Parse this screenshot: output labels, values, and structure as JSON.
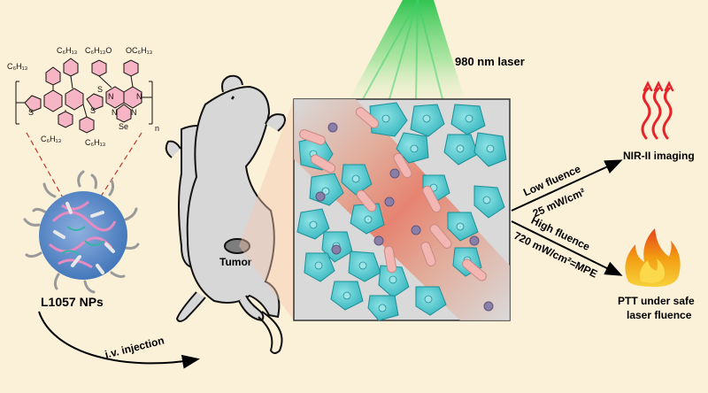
{
  "labels": {
    "laser": "980 nm laser",
    "tumor": "Tumor",
    "nanoparticle": "L1057 NPs",
    "injection": "i.v. injection",
    "low_fluence": "Low fluence",
    "low_value": "25 mW/cm²",
    "high_fluence": "High fluence",
    "high_value": "720 mW/cm²=MPE",
    "imaging": "NIR-II imaging",
    "ptt_line1": "PTT under safe",
    "ptt_line2": "laser fluence"
  },
  "chem_labels": {
    "sub1": "C₆H₁₃",
    "sub2": "C₆H₁₃",
    "sub3": "C₆H₁₃",
    "sub4": "C₆H₁₃",
    "sub5": "C₆H₁₃O",
    "sub6": "OC₆H₁₃",
    "s1": "S",
    "s2": "S",
    "s3": "S",
    "n1": "N",
    "n2": "N",
    "n3": "N",
    "n4": "N",
    "se": "Se",
    "repeat": "n"
  },
  "colors": {
    "background": "#fbf0d8",
    "laser_green": "#2ecc5a",
    "cell_cyan": "#48c6cc",
    "rbc_pink": "#f2b7b3",
    "vessel_red": "#e8745e",
    "flame": "#f39c12",
    "heat_red": "#e6242a",
    "ring_pink": "#e58bc1"
  }
}
